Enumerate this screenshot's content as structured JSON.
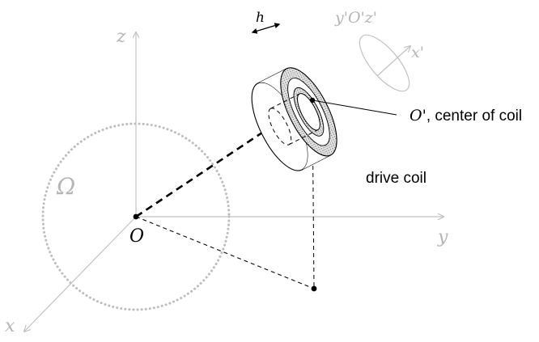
{
  "labels": {
    "axis_z": "z",
    "axis_y": "y",
    "axis_x": "x",
    "axis_x_prime": "x'",
    "local_frame": "y'O'z'",
    "origin": "O",
    "omega": "Ω",
    "height": "h",
    "center_symbol": "O'",
    "center_text": ", center of coil",
    "drive_coil": "drive coil"
  },
  "colors": {
    "axis_gray": "#c2c2c2",
    "dots_gray": "#bdbdbd",
    "ink": "#000000",
    "hatch": "#8a8a8a"
  }
}
